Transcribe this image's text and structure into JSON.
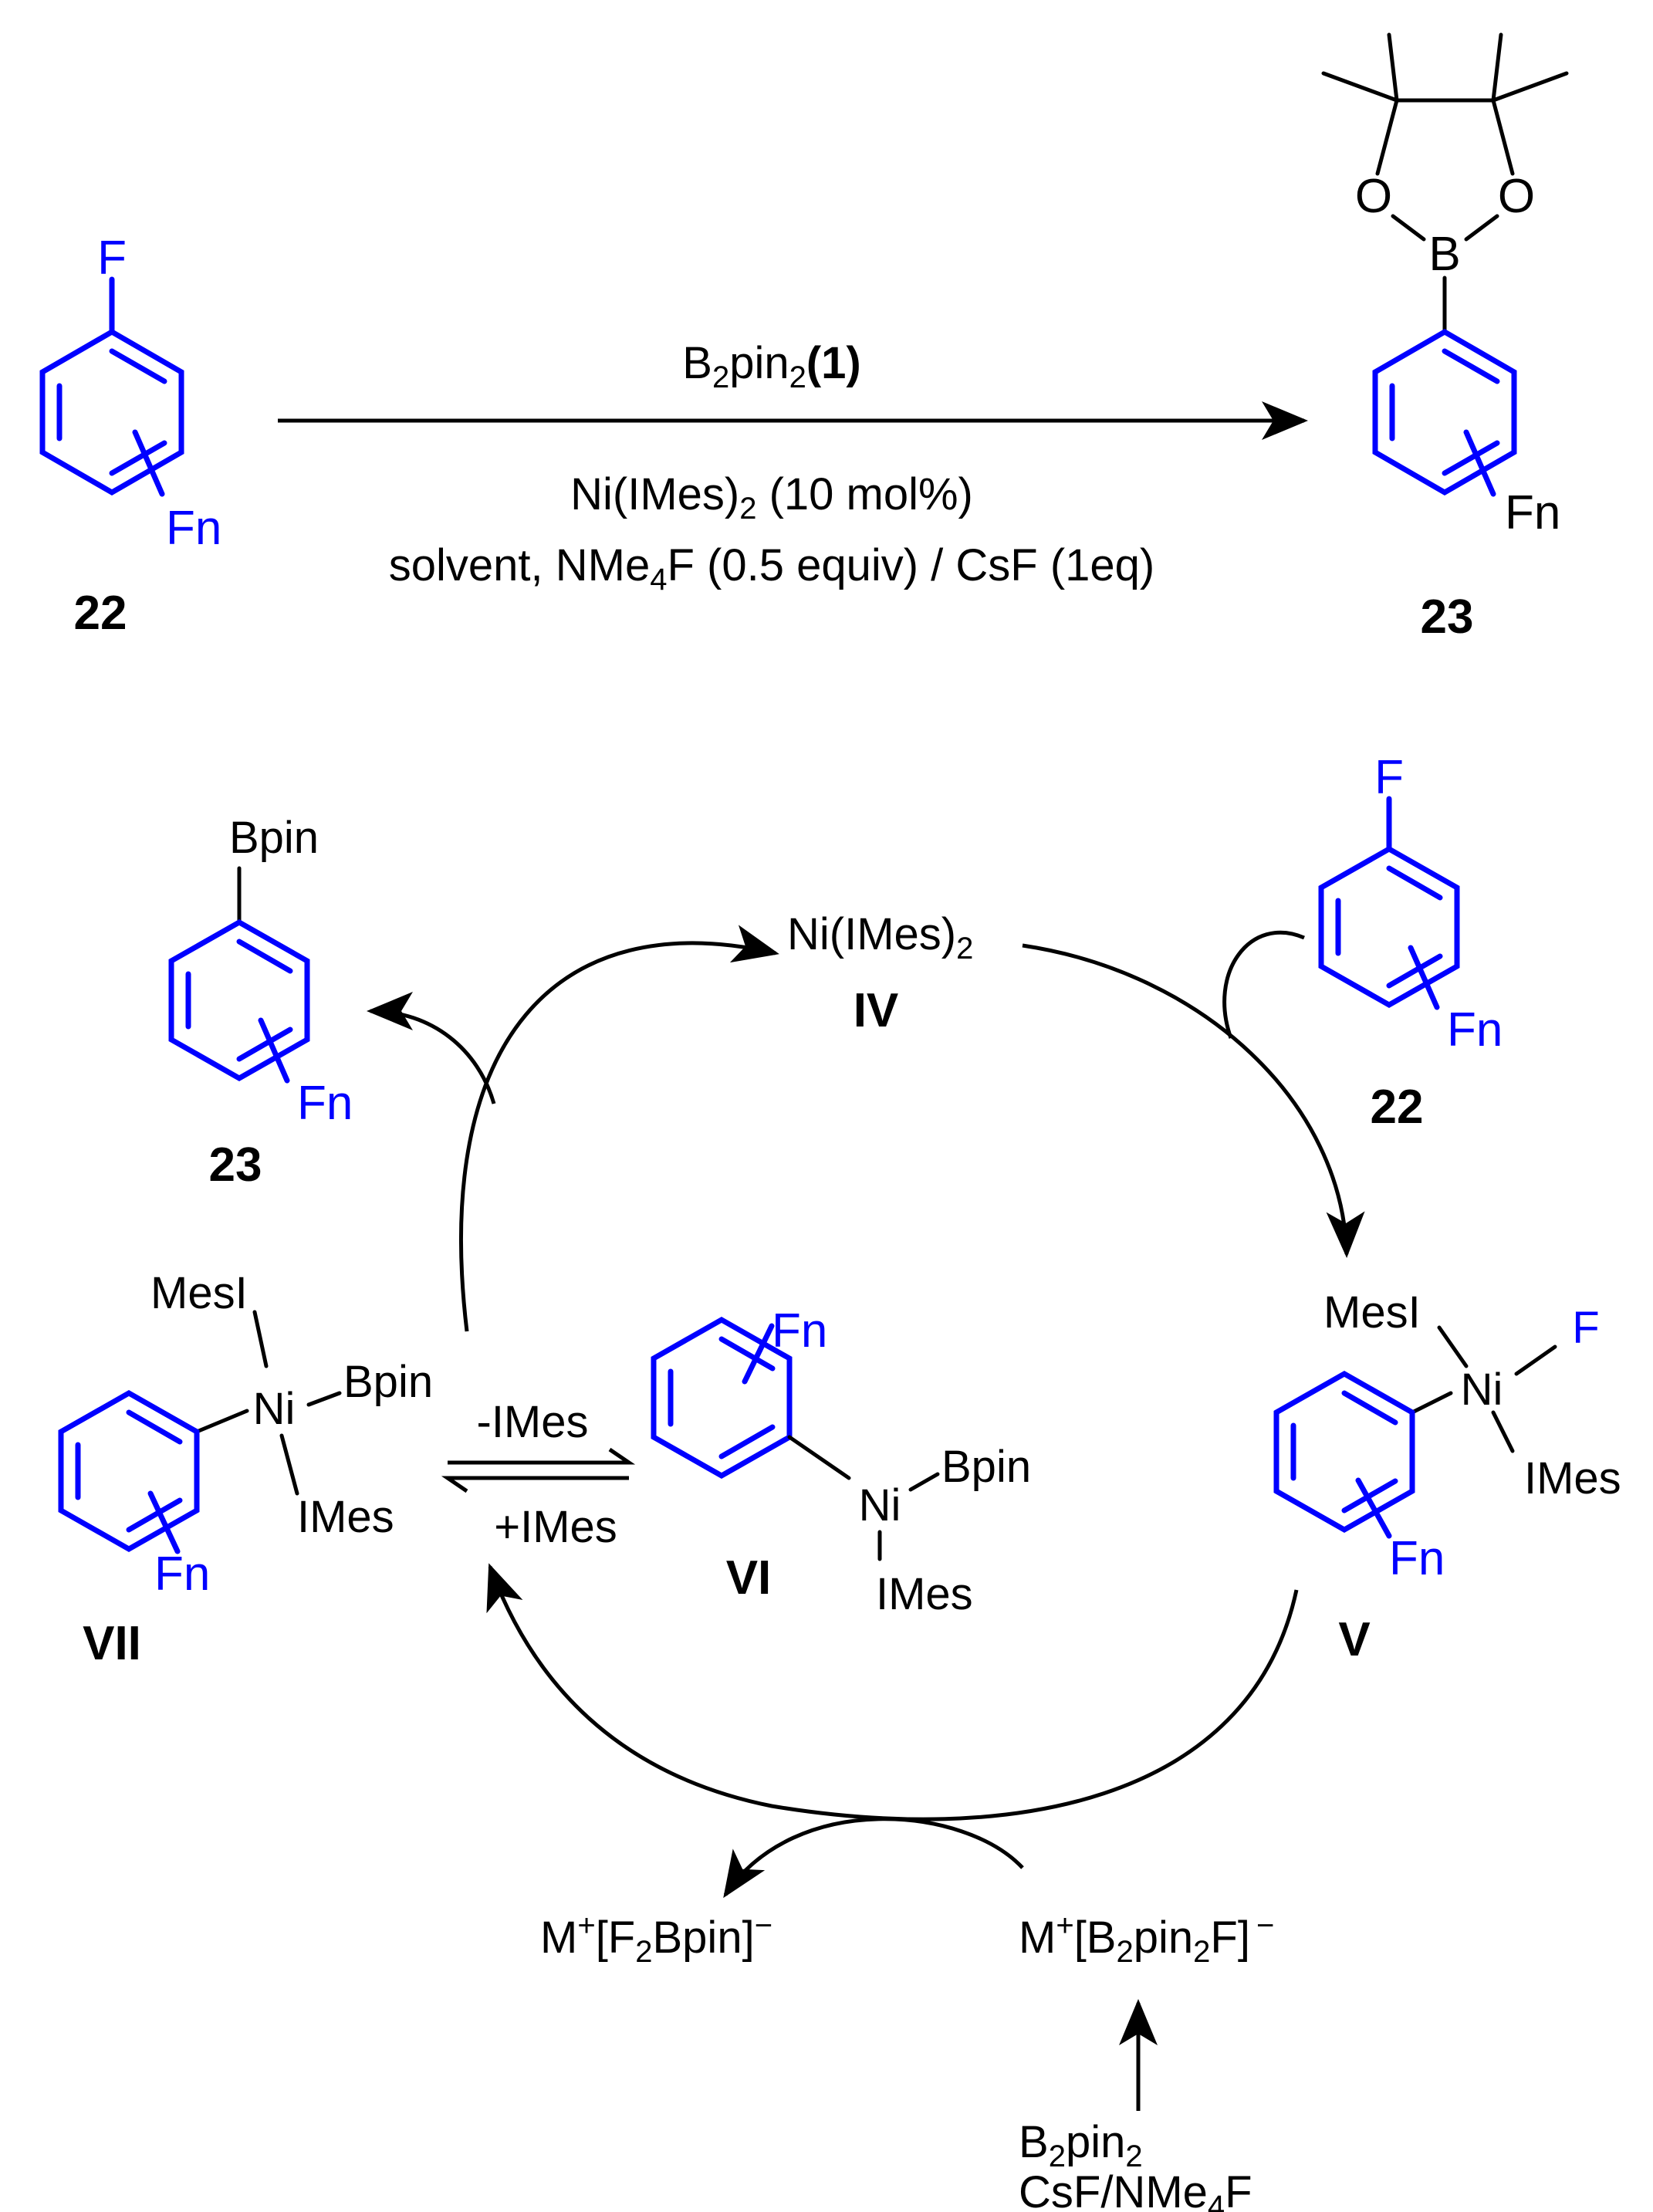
{
  "colors": {
    "substituent_color": "#0000ff",
    "text_color": "#000000"
  },
  "top_scheme": {
    "reactant": {
      "substituent": "F",
      "ring_sub": "Fn",
      "label": "22"
    },
    "product": {
      "boron": "B",
      "oxygen_left": "O",
      "oxygen_right": "O",
      "ring_sub": "Fn",
      "label": "23"
    },
    "conditions": {
      "reagent": "B2pin2",
      "reagent_base": "B",
      "reagent_sub1": "2",
      "reagent_mid": "pin",
      "reagent_sub2": "2",
      "reagent_number": "(1)",
      "catalyst": "Ni(IMes)2 (10 mol%)",
      "catalyst_pre": "Ni(IMes)",
      "catalyst_sub": "2",
      "catalyst_post": " (10 mol%)",
      "additives": "solvent, NMe4F (0.5 equiv) / CsF (1eq)",
      "additives_pre": "solvent, NMe",
      "additives_sub": "4",
      "additives_post": "F (0.5 equiv) / CsF (1eq)"
    }
  },
  "cycle": {
    "IV": {
      "formula": "Ni(IMes)2",
      "formula_pre": "Ni(IMes)",
      "formula_sub": "2",
      "label": "IV"
    },
    "substrate": {
      "substituent": "F",
      "ring_sub": "Fn",
      "label": "22"
    },
    "V": {
      "metal": "Ni",
      "ligand_top": "MesI",
      "ligand_f": "F",
      "ligand_bottom": "IMes",
      "ring_sub": "Fn",
      "label": "V"
    },
    "VI": {
      "metal": "Ni",
      "ligand_boryl": "Bpin",
      "ligand_bottom": "IMes",
      "ring_sub": "Fn",
      "label": "VI"
    },
    "VII": {
      "metal": "Ni",
      "ligand_top": "MesI",
      "ligand_boryl": "Bpin",
      "ligand_bottom": "IMes",
      "ring_sub": "Fn",
      "label": "VII"
    },
    "product": {
      "substituent": "Bpin",
      "ring_sub": "Fn",
      "label": "23"
    },
    "equilibrium": {
      "forward": "-IMes",
      "reverse": "+IMes"
    },
    "borate_in": {
      "formula": "M+[B2pin2F]−",
      "m": "M",
      "plus": "+",
      "br_open": "[B",
      "s1": "2",
      "pin": "pin",
      "s2": "2",
      "tail": "F]",
      "minus": "−"
    },
    "borate_out": {
      "formula": "M+[F2Bpin]−",
      "m": "M",
      "plus": "+",
      "br_open": "[F",
      "s1": "2",
      "tail": "Bpin]",
      "minus": "−"
    },
    "feed": {
      "line1": "B2pin2",
      "l1_b": "B",
      "l1_s1": "2",
      "l1_pin": "pin",
      "l1_s2": "2",
      "line2": "CsF/NMe4F",
      "l2_pre": "CsF/NMe",
      "l2_sub": "4",
      "l2_post": "F"
    }
  }
}
